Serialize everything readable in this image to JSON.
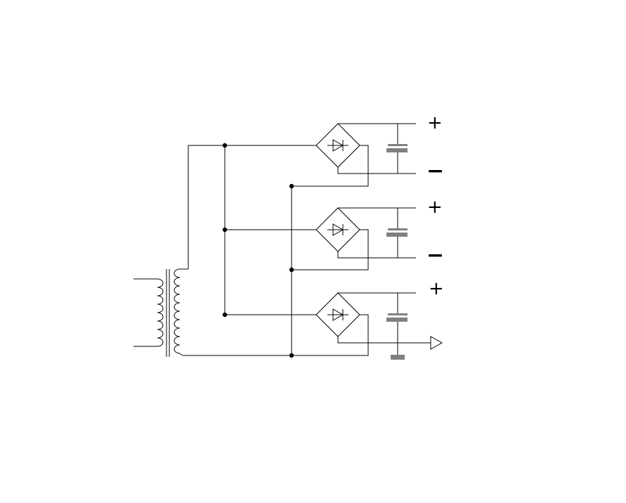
{
  "colors": {
    "wire": "#000000",
    "capacitor": "#808080",
    "background": "#ffffff"
  },
  "diagram": {
    "type": "circuit-schematic",
    "components": [
      "transformer",
      "bridge-rectifier-1",
      "bridge-rectifier-2",
      "bridge-rectifier-3",
      "capacitor-1",
      "capacitor-2",
      "capacitor-3",
      "ground-arrow"
    ],
    "terminals": [
      {
        "id": "out1_pos",
        "label": "+"
      },
      {
        "id": "out1_neg",
        "label": "−"
      },
      {
        "id": "out2_pos",
        "label": "+"
      },
      {
        "id": "out2_neg",
        "label": "−"
      },
      {
        "id": "out3_pos",
        "label": "+"
      }
    ]
  }
}
